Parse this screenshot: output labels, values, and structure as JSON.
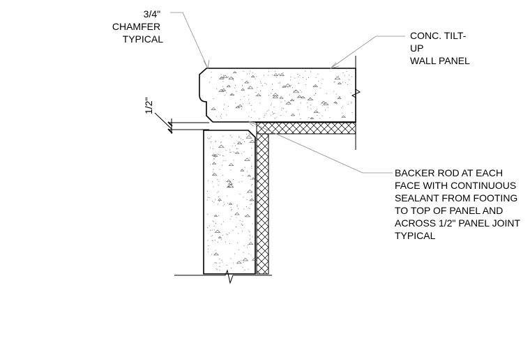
{
  "notes": {
    "chamfer": [
      "3/4\"",
      "CHAMFER",
      "TYPICAL"
    ],
    "wall_panel": [
      "CONC. TILT-",
      "UP",
      "WALL PANEL"
    ],
    "joint_dimension": "1/2\"",
    "backer_rod": [
      "BACKER ROD AT EACH",
      "FACE WITH CONTINUOUS",
      "SEALANT FROM FOOTING",
      "TO TOP OF PANEL AND",
      "ACROSS 1/2\" PANEL JOINT",
      "TYPICAL"
    ]
  },
  "materials": {
    "concrete": "stipple-hatch",
    "insulation": "cross-hatch"
  },
  "colors": {
    "linework": "#000000",
    "leader": "#8a8a8a",
    "background": "#ffffff"
  }
}
